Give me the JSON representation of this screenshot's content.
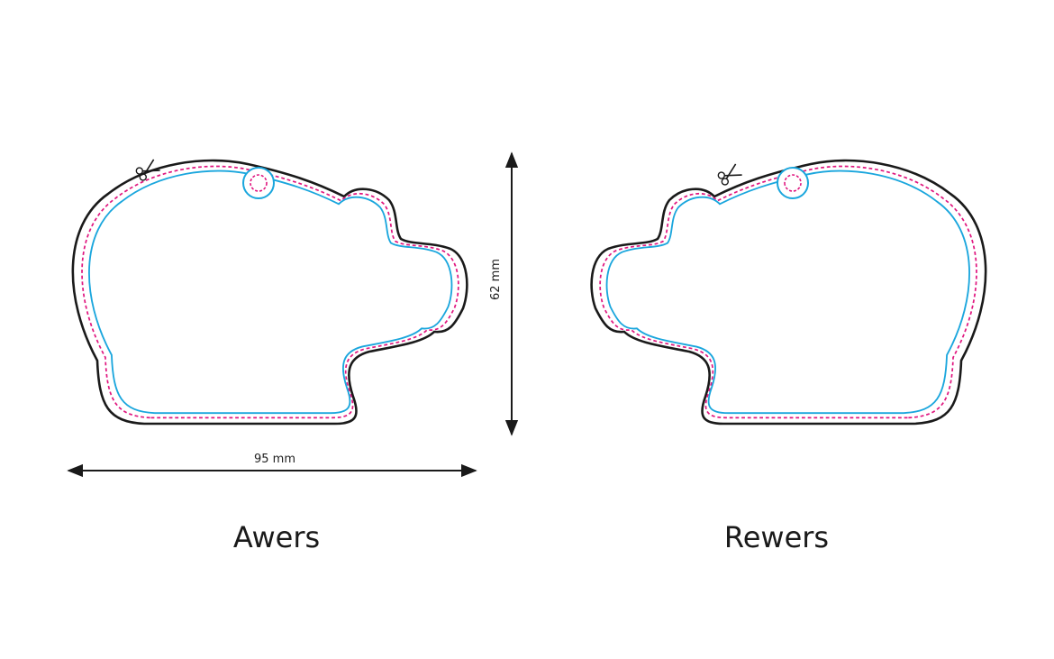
{
  "labels": {
    "front": "Awers",
    "back": "Rewers"
  },
  "dimensions": {
    "width": "95 mm",
    "height": "62 mm"
  },
  "colors": {
    "cut_outline": "#1a1a1a",
    "trim_line": "#1aa6dd",
    "safe_line": "#e0167f",
    "arrow": "#1a1a1a"
  },
  "icons": {
    "cut_marker": "scissors-icon"
  }
}
